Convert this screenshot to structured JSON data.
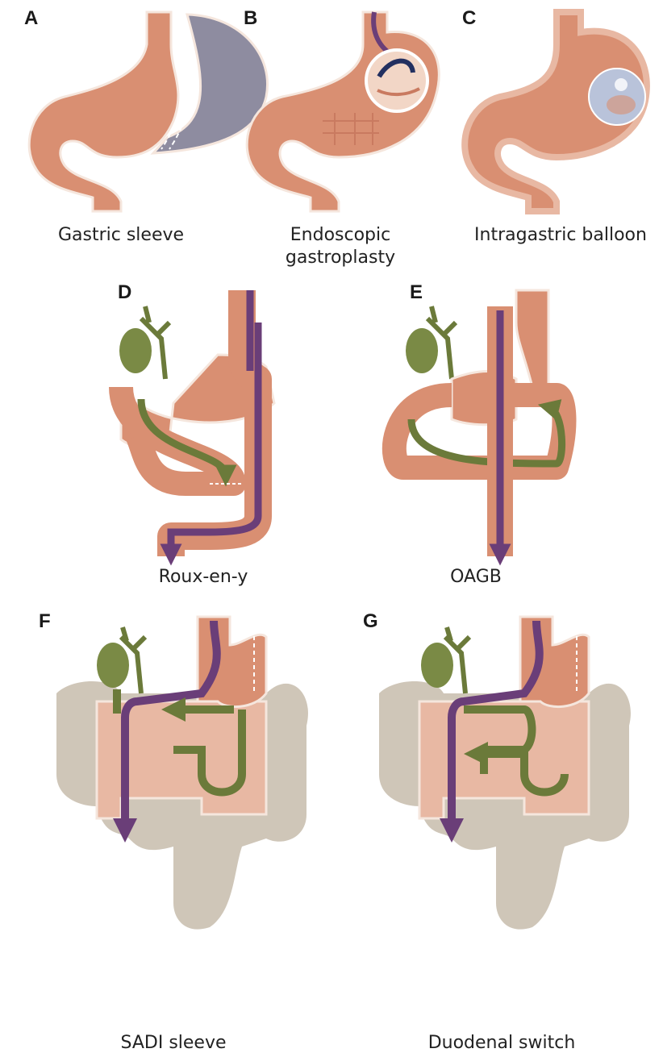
{
  "colors": {
    "tissue": "#D98F72",
    "tissue_light": "#E8B8A3",
    "tissue_dark": "#C97A60",
    "outline": "#F5E6DD",
    "digest_path": "#6A3E78",
    "bile_path": "#6B7A3A",
    "gallbladder": "#7A8A45",
    "colon": "#CFC6B8",
    "removed": "#8E8CA0",
    "balloon": "#B9C3DA",
    "staple": "#FFFFFF"
  },
  "panels": [
    {
      "letter": "A",
      "caption_lines": [
        "Gastric sleeve"
      ]
    },
    {
      "letter": "B",
      "caption_lines": [
        "Endoscopic",
        "gastroplasty"
      ]
    },
    {
      "letter": "C",
      "caption_lines": [
        "Intragastric balloon"
      ]
    },
    {
      "letter": "D",
      "caption_lines": [
        "Roux-en-y"
      ]
    },
    {
      "letter": "E",
      "caption_lines": [
        "OAGB"
      ]
    },
    {
      "letter": "F",
      "caption_lines": [
        "SADI sleeve"
      ]
    },
    {
      "letter": "G",
      "caption_lines": [
        "Duodenal switch"
      ]
    }
  ]
}
